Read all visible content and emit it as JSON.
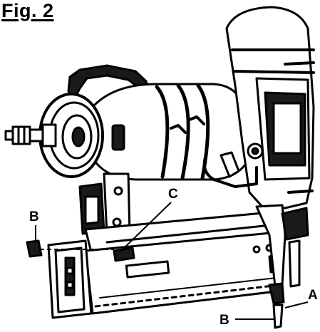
{
  "figure": {
    "title": "Fig. 2",
    "labels": {
      "a": "A",
      "b_left": "B",
      "b_bottom": "B",
      "c": "C"
    }
  },
  "colors": {
    "ink": "#000000",
    "paper": "#ffffff",
    "shade": "#1a1a1a"
  }
}
